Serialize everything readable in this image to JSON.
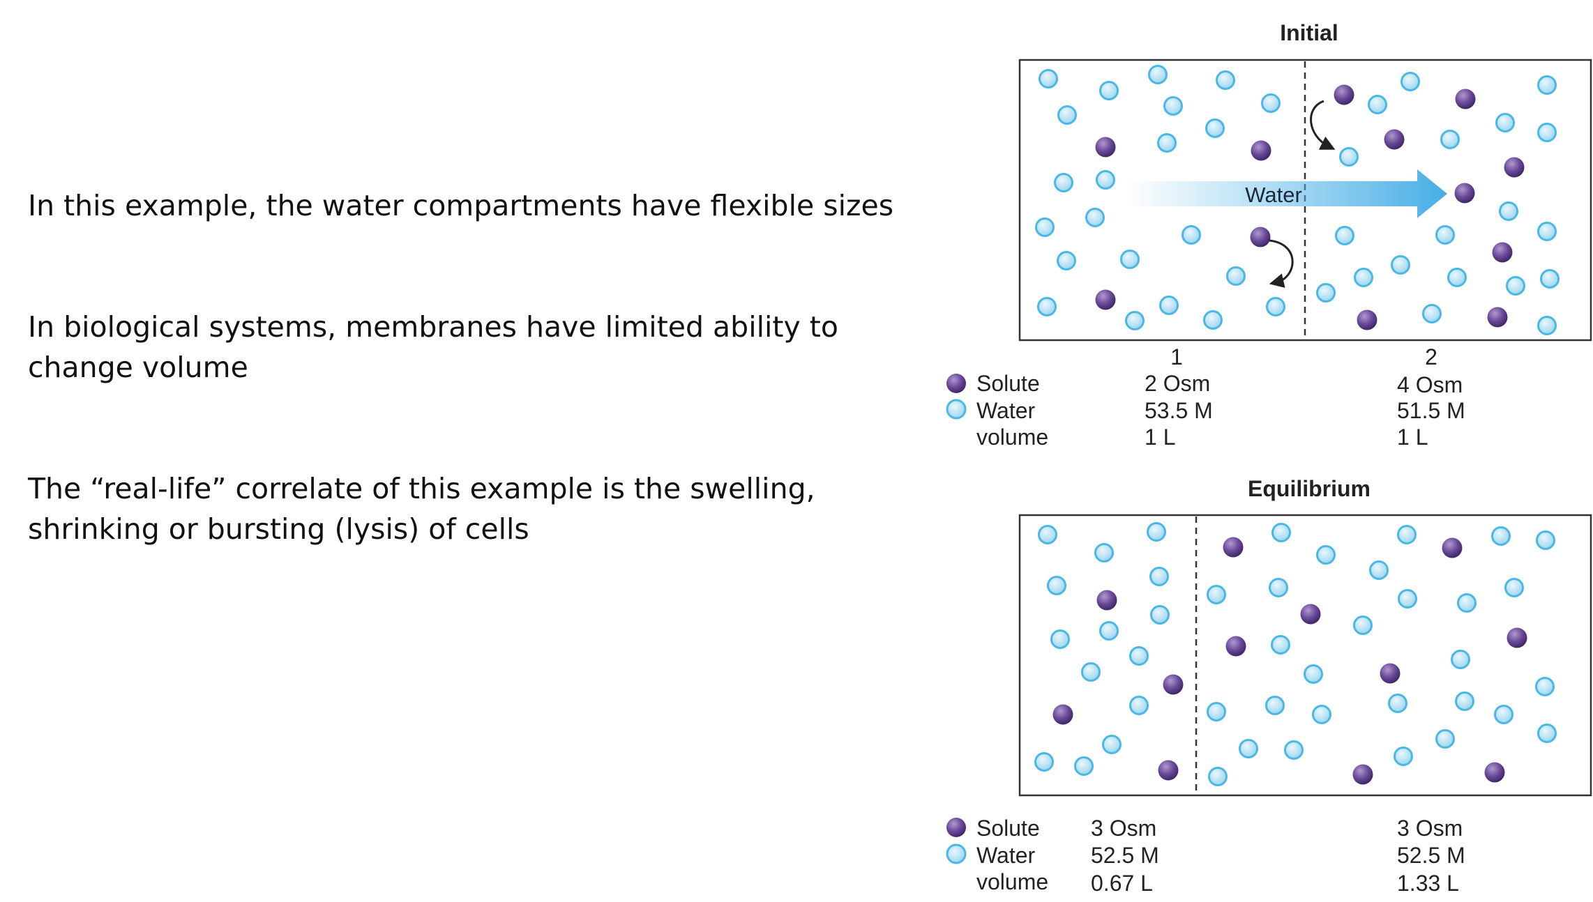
{
  "bullets": [
    "In this example, the water compartments have flexible sizes",
    "In biological systems, membranes have limited ability to change volume",
    "The “real-life” correlate of this example is the swelling, shrinking or bursting (lysis) of cells"
  ],
  "colors": {
    "solute": "#6a4a98",
    "water_fill": "#a9dcf2",
    "water_stroke": "#4ab8e4",
    "arrow": "#5ab6e8",
    "frame": "#333333"
  },
  "initial": {
    "title": "Initial",
    "arrow_label": "Water",
    "compartment_numbers": [
      "1",
      "2"
    ],
    "legend": [
      "Solute",
      "Water",
      "volume"
    ],
    "col1": [
      "2 Osm",
      "53.5 M",
      "1 L"
    ],
    "col2": [
      "4 Osm",
      "51.5 M",
      "1 L"
    ]
  },
  "equilibrium": {
    "title": "Equilibrium",
    "legend": [
      "Solute",
      "Water",
      "volume"
    ],
    "col1": [
      "3 Osm",
      "52.5 M",
      "0.67 L"
    ],
    "col2": [
      "3 Osm",
      "52.5 M",
      "1.33 L"
    ]
  }
}
